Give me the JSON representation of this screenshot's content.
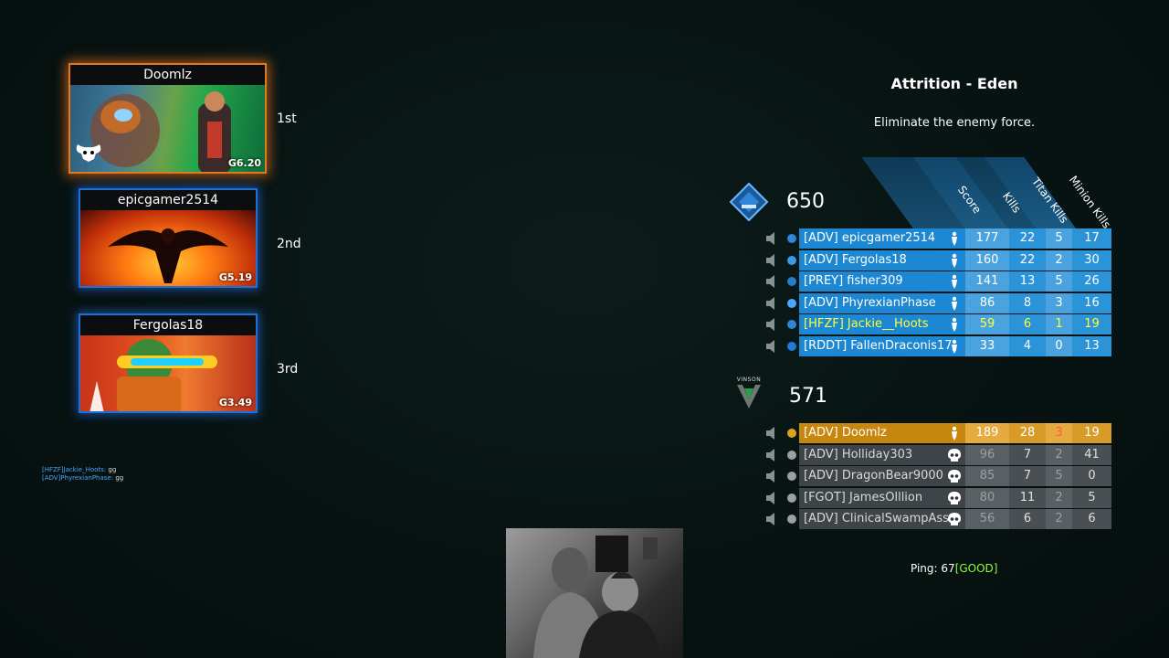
{
  "podium": [
    {
      "name": "Doomlz",
      "gen": "G6.20",
      "place": "1st"
    },
    {
      "name": "epicgamer2514",
      "gen": "G5.19",
      "place": "2nd"
    },
    {
      "name": "Fergolas18",
      "gen": "G3.49",
      "place": "3rd"
    }
  ],
  "chat": [
    {
      "who": "[HFZF]Jackie_Hoots:",
      "msg": "gg"
    },
    {
      "who": "[ADV]PhyrexianPhase:",
      "msg": "gg"
    }
  ],
  "match": {
    "title": "Attrition - Eden",
    "subtitle": "Eliminate the enemy force."
  },
  "columns": [
    "Score",
    "Kills",
    "Titan Kills",
    "Minion Kills"
  ],
  "team1": {
    "score": "650",
    "rows": [
      {
        "name": "[ADV] epicgamer2514",
        "score": "177",
        "kills": "22",
        "titan": "5",
        "minion": "17"
      },
      {
        "name": "[ADV] Fergolas18",
        "score": "160",
        "kills": "22",
        "titan": "2",
        "minion": "30"
      },
      {
        "name": "[PREY] fisher309",
        "score": "141",
        "kills": "13",
        "titan": "5",
        "minion": "26"
      },
      {
        "name": "[ADV] PhyrexianPhase",
        "score": "86",
        "kills": "8",
        "titan": "3",
        "minion": "16"
      },
      {
        "name": "[HFZF] Jackie__Hoots",
        "score": "59",
        "kills": "6",
        "titan": "1",
        "minion": "19"
      },
      {
        "name": "[RDDT] FallenDraconis17",
        "score": "33",
        "kills": "4",
        "titan": "0",
        "minion": "13"
      }
    ]
  },
  "team2": {
    "logo": "VINSON",
    "score": "571",
    "rows": [
      {
        "name": "[ADV] Doomlz",
        "score": "189",
        "kills": "28",
        "titan": "3",
        "minion": "19"
      },
      {
        "name": "[ADV] Holliday303",
        "score": "96",
        "kills": "7",
        "titan": "2",
        "minion": "41"
      },
      {
        "name": "[ADV] DragonBear9000",
        "score": "85",
        "kills": "7",
        "titan": "5",
        "minion": "0"
      },
      {
        "name": "[FGOT] JamesOlllion",
        "score": "80",
        "kills": "11",
        "titan": "2",
        "minion": "5"
      },
      {
        "name": "[ADV] ClinicalSwampAss",
        "score": "56",
        "kills": "6",
        "titan": "2",
        "minion": "6"
      }
    ]
  },
  "ping": {
    "label": "Ping:",
    "value": "67",
    "status": "[GOOD]"
  }
}
